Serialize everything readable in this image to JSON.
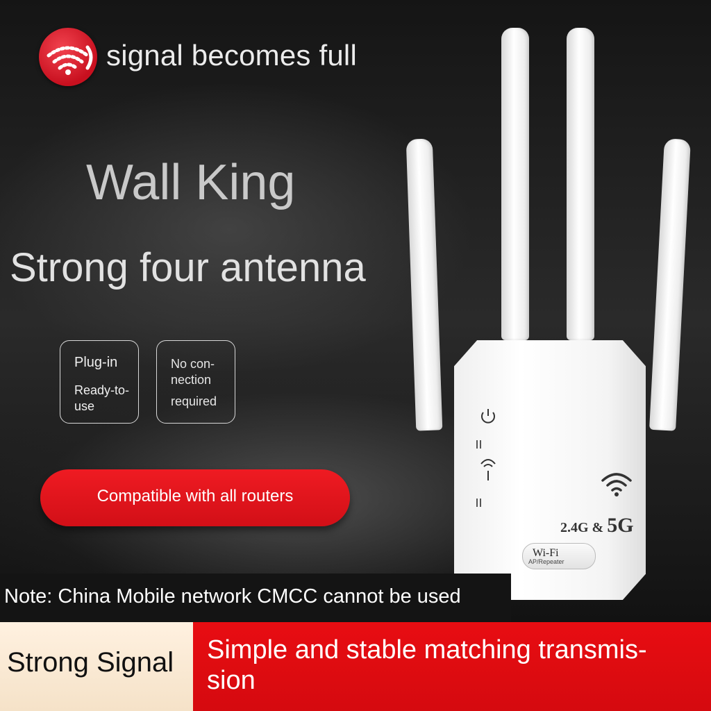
{
  "top_badge": {
    "icon": "wifi-signal-icon",
    "color": "#d81422"
  },
  "top_tagline": "signal becomes full",
  "headline": "Wall King",
  "subheadline": "Strong four antenna",
  "features": [
    {
      "title": "Plug-in",
      "detail": "Ready-to-use"
    },
    {
      "title": "No con-nection",
      "detail": "required"
    }
  ],
  "compat_button": "Compatible with all routers",
  "note": "Note: China Mobile network CMCC cannot be used",
  "bottom": {
    "left_label": "Strong Signal",
    "right_label": "Simple and stable matching transmis-sion"
  },
  "product": {
    "band_prefix": "2.4G &",
    "band_main": "5G",
    "label_title": "Wi-Fi",
    "label_sub": "AP/Repeater",
    "icons": [
      "power-icon",
      "signal-tower-icon",
      "wifi-icon"
    ]
  },
  "colors": {
    "accent_red": "#e0121a",
    "bottom_left_bg": "#f8e8d2"
  }
}
